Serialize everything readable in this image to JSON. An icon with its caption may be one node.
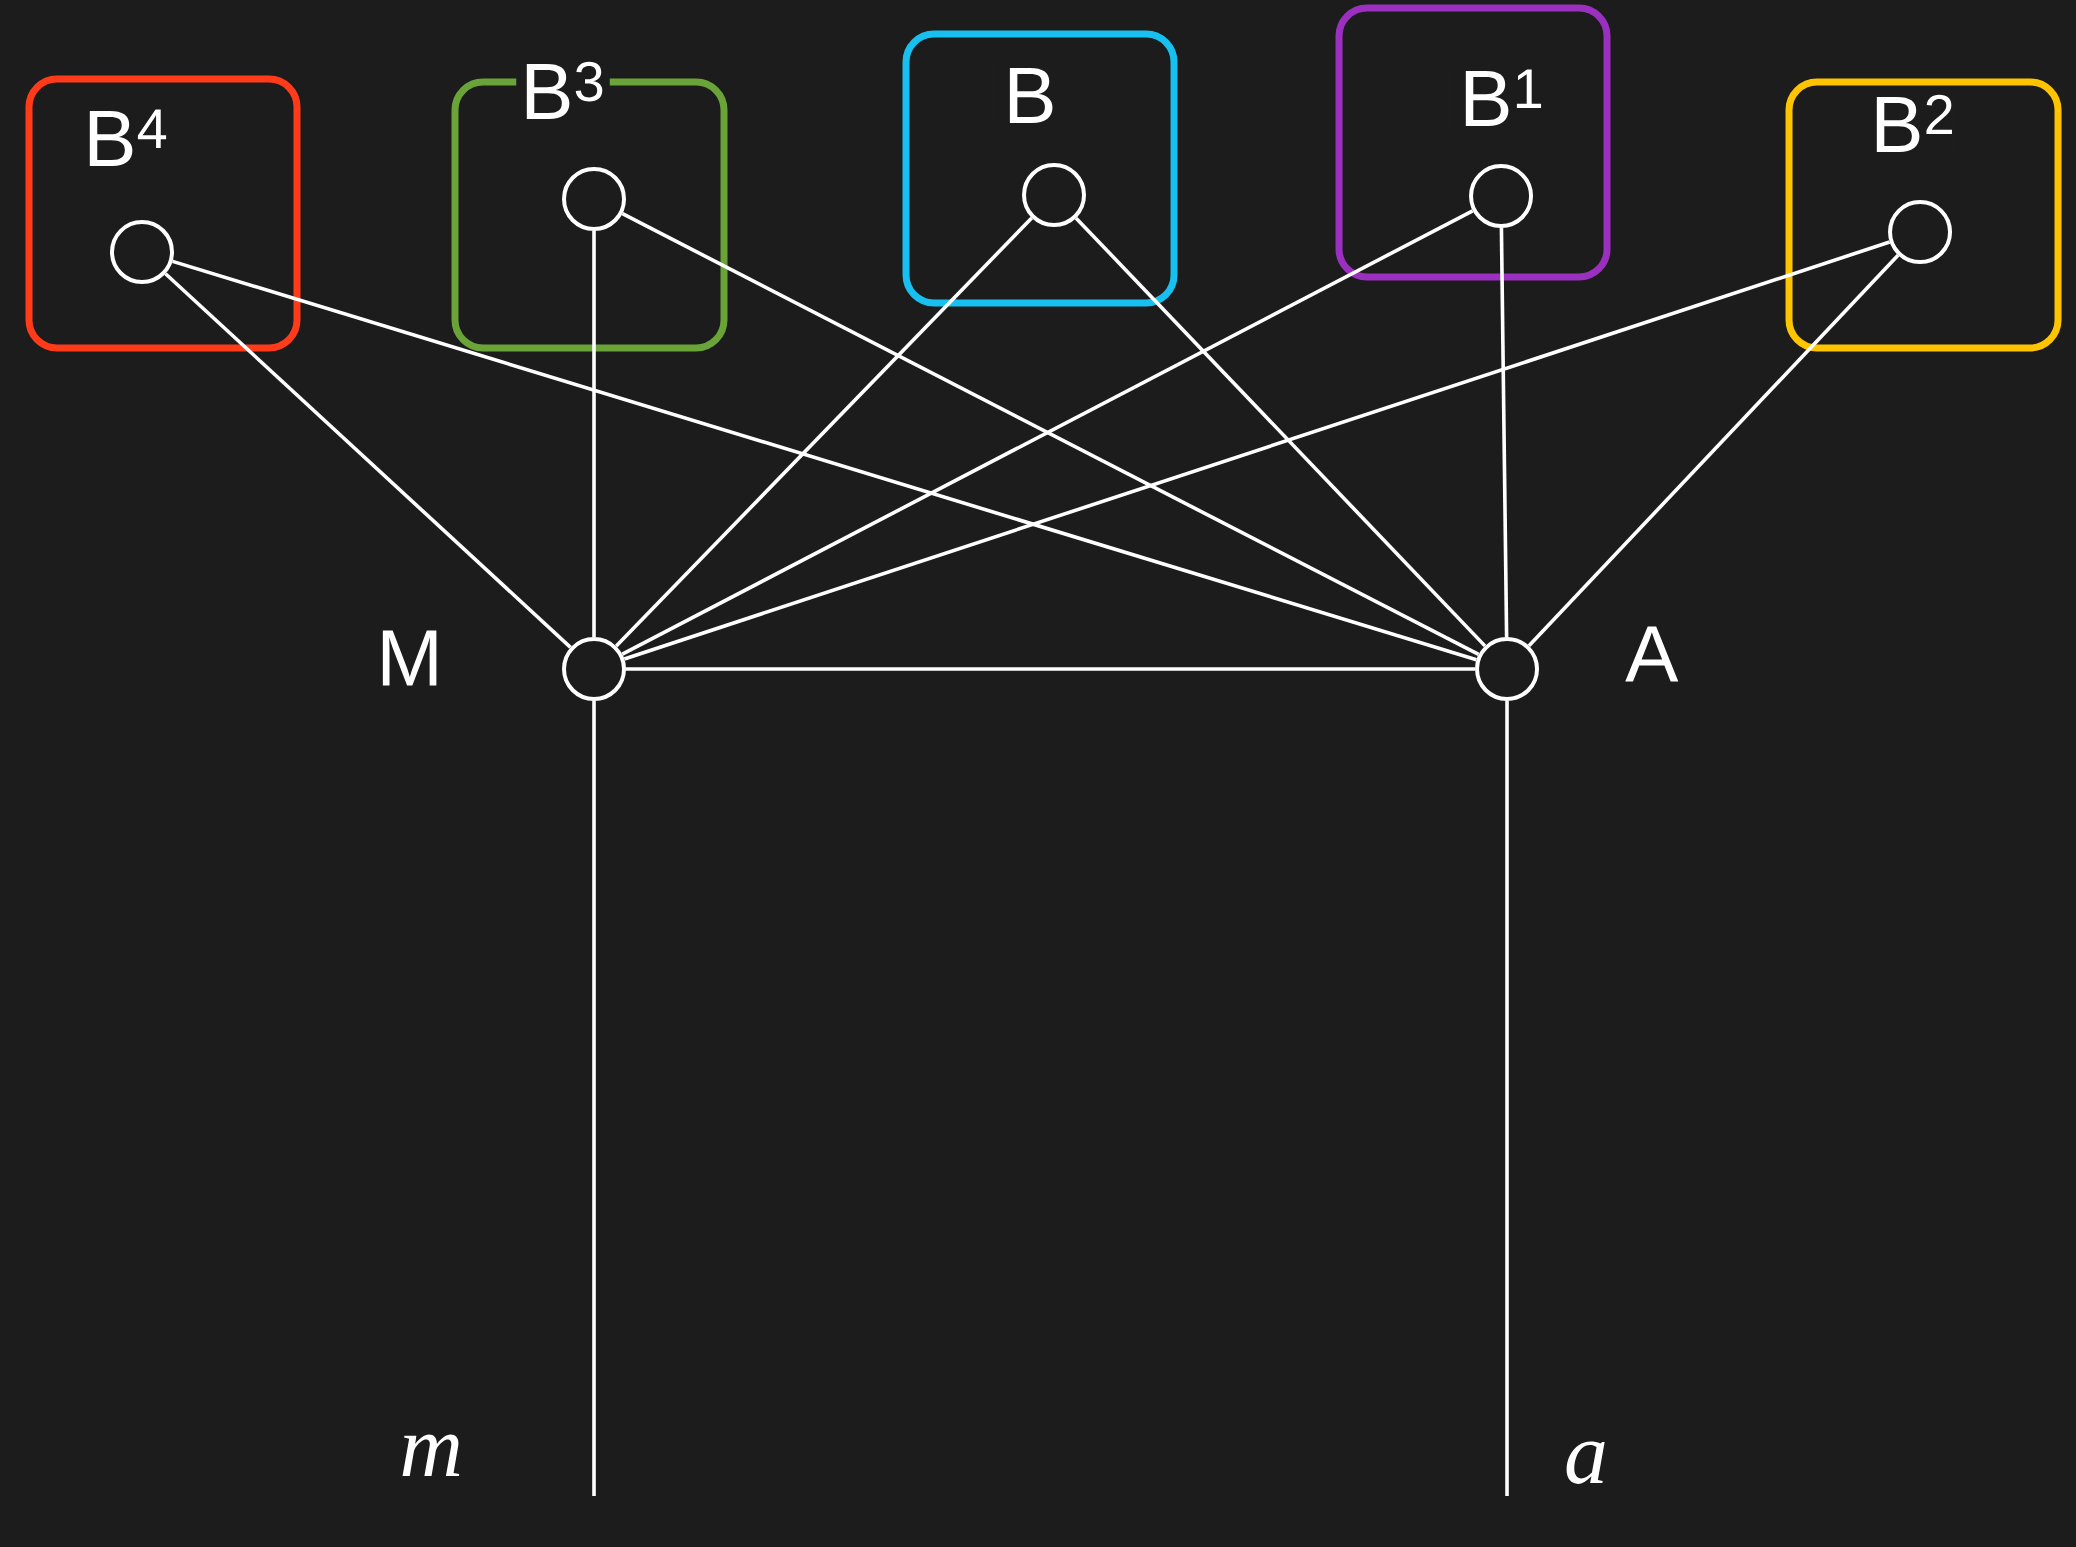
{
  "diagram": {
    "nodes": [
      {
        "text": [
          "B$^{4}$"
        ]
      },
      {
        "text": [],
        "shape": "circle",
        "in": 0
      },
      {
        "text": [
          "B$^{3}$"
        ]
      },
      {
        "text": [],
        "shape": "circle",
        "in": 2
      },
      {
        "text": [
          "B"
        ]
      },
      {
        "text": [],
        "shape": "circle",
        "in": 4
      },
      {
        "text": [
          "B$^{1}$"
        ]
      },
      {
        "text": [],
        "shape": "circle",
        "in": 6
      },
      {
        "text": [
          "B$^{2}$"
        ]
      },
      {
        "text": [],
        "shape": "circle",
        "in": 8
      },
      {
        "text": [
          "M"
        ]
      },
      {
        "text": [
          "A"
        ]
      }
    ],
    "edges": [
      {
        "from": 1,
        "to": 10,
        "arrow": "none"
      },
      {
        "from": 1,
        "to": 11,
        "arrow": "none"
      },
      {
        "from": 3,
        "to": 10,
        "arrow": "none"
      },
      {
        "from": 3,
        "to": 11,
        "arrow": "none"
      },
      {
        "from": 5,
        "to": 10,
        "arrow": "none"
      },
      {
        "from": 5,
        "to": 11,
        "arrow": "none"
      },
      {
        "from": 7,
        "to": 10,
        "arrow": "none"
      },
      {
        "from": 7,
        "to": 11,
        "arrow": "none"
      },
      {
        "from": 9,
        "to": 10,
        "arrow": "none"
      },
      {
        "from": 9,
        "to": 11,
        "arrow": "none"
      },
      {
        "from": 10,
        "to": 11,
        "arrow": "none"
      },
      {
        "from": 10,
        "to": null,
        "arrow": "none"
      },
      {
        "from": 11,
        "to": null,
        "arrow": "none"
      }
    ],
    "labels": [
      "m",
      "a"
    ]
  }
}
